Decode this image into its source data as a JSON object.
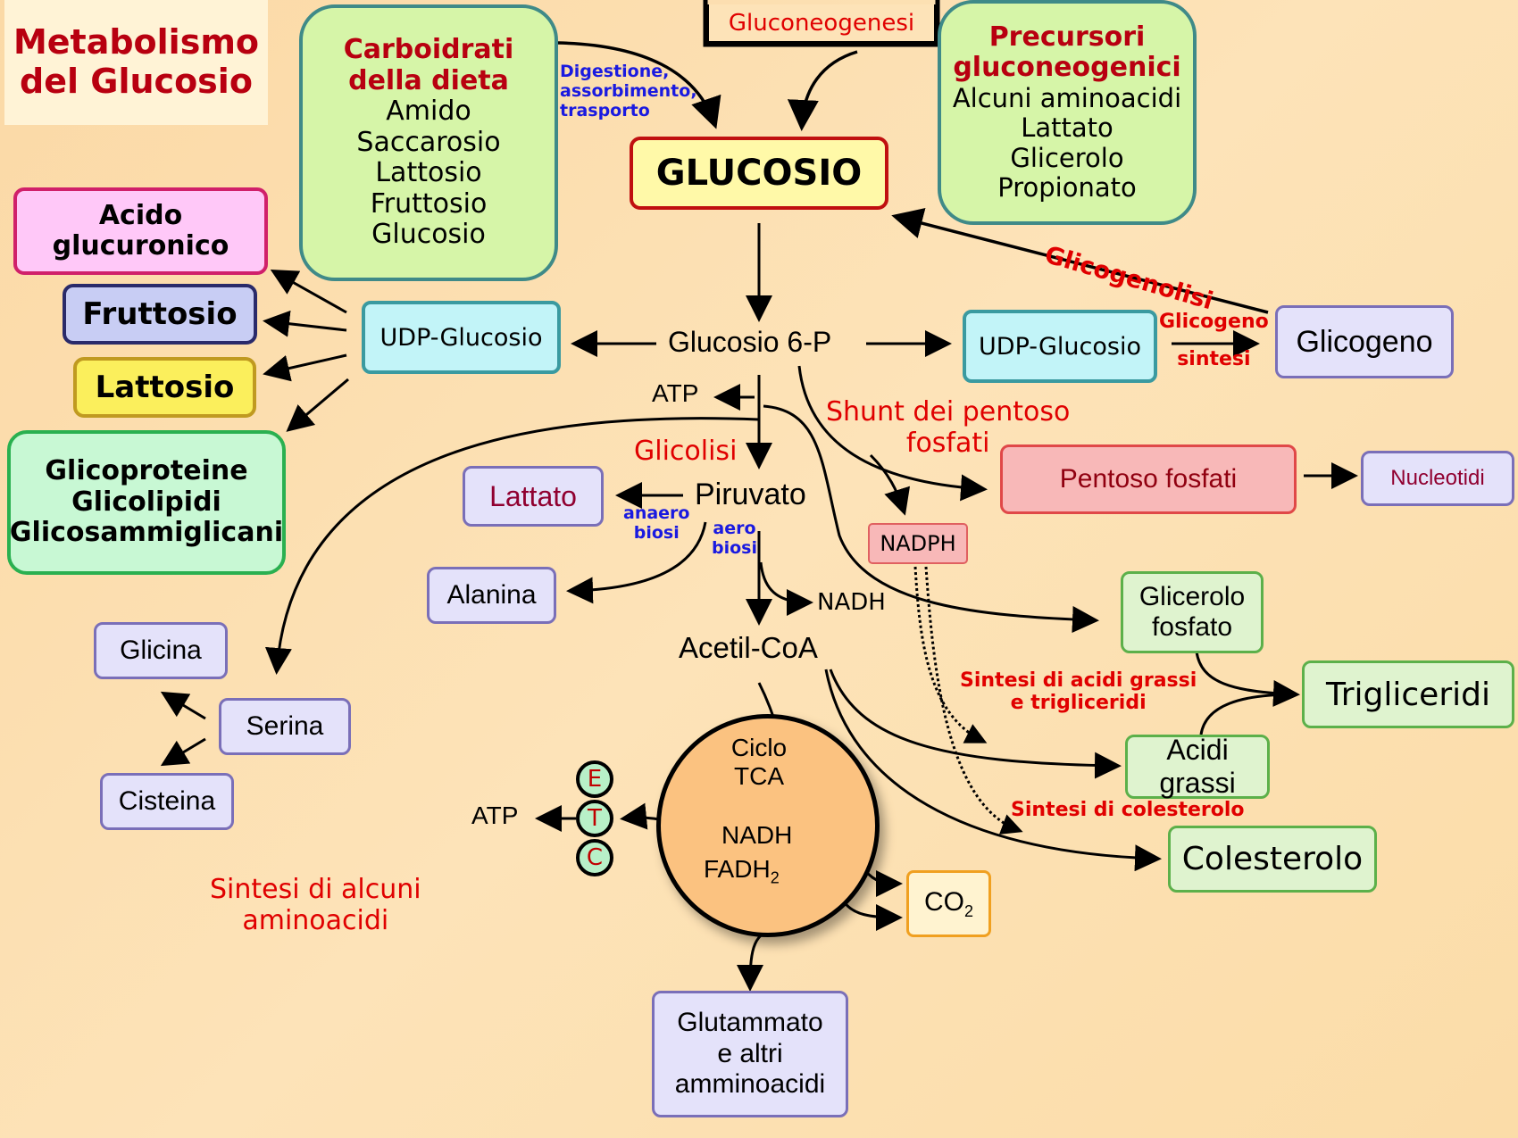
{
  "title": {
    "line1": "Metabolismo",
    "line2": "del Glucosio"
  },
  "gluconeogenesi": "Gluconeogenesi",
  "glucosio": "GLUCOSIO",
  "carboidrati": {
    "heading1": "Carboidrati",
    "heading2": "della dieta",
    "items": [
      "Amido",
      "Saccarosio",
      "Lattosio",
      "Fruttosio",
      "Glucosio"
    ]
  },
  "digestione": {
    "line1": "Digestione,",
    "line2": "assorbimento,",
    "line3": "trasporto"
  },
  "precursori": {
    "heading1": "Precursori",
    "heading2": "gluconeogenici",
    "items": [
      "Alcuni aminoacidi",
      "Lattato",
      "Glicerolo",
      "Propionato"
    ]
  },
  "glicogenolisi": "Glicogenolisi",
  "left_products": {
    "acido": {
      "line1": "Acido",
      "line2": "glucuronico"
    },
    "fruttosio": "Fruttosio",
    "lattosio": "Lattosio",
    "glico": {
      "line1": "Glicoproteine",
      "line2": "Glicolipidi",
      "line3": "Glicosammiglicani"
    }
  },
  "udp_left": "UDP-Glucosio",
  "udp_right": "UDP-Glucosio",
  "glucosio6p": "Glucosio 6-P",
  "glicogeno_sintesi": {
    "line1": "Glicogeno",
    "line2": "sintesi"
  },
  "glicogeno": "Glicogeno",
  "atp_top": "ATP",
  "shunt": {
    "line1": "Shunt dei pentoso",
    "line2": "fosfati"
  },
  "pentoso": "Pentoso fosfati",
  "nucleotidi": "Nucleotidi",
  "glicolisi": "Glicolisi",
  "lattato": "Lattato",
  "piruvato": "Piruvato",
  "anaerobiosi": {
    "line1": "anaero",
    "line2": "biosi"
  },
  "aerobiosi": {
    "line1": "aero",
    "line2": "biosi"
  },
  "nadph": "NADPH",
  "alanina": "Alanina",
  "nadh_mid": "NADH",
  "acetilcoa": "Acetil-CoA",
  "glicerolo_fosfato": {
    "line1": "Glicerolo",
    "line2": "fosfato"
  },
  "trigliceridi": "Trigliceridi",
  "sintesi_acidi": {
    "line1": "Sintesi di acidi grassi",
    "line2": "e trigliceridi"
  },
  "acidi_grassi": "Acidi grassi",
  "sintesi_colesterolo": "Sintesi di colesterolo",
  "colesterolo": "Colesterolo",
  "glicina": "Glicina",
  "serina": "Serina",
  "cisteina": "Cisteina",
  "sintesi_aminoacidi": {
    "line1": "Sintesi di alcuni",
    "line2": "aminoacidi"
  },
  "tca": {
    "line1": "Ciclo",
    "line2": "TCA",
    "nadh": "NADH",
    "fadh": "FADH",
    "fadh_sub": "2"
  },
  "etc": [
    "E",
    "T",
    "C"
  ],
  "atp_bottom": "ATP",
  "co2": {
    "main": "CO",
    "sub": "2"
  },
  "glutammato": {
    "line1": "Glutammato",
    "line2": "e altri",
    "line3": "amminoacidi"
  },
  "colors": {
    "accent_red": "#e00000",
    "title_red": "#b80010",
    "blue": "#1a1ae0"
  }
}
